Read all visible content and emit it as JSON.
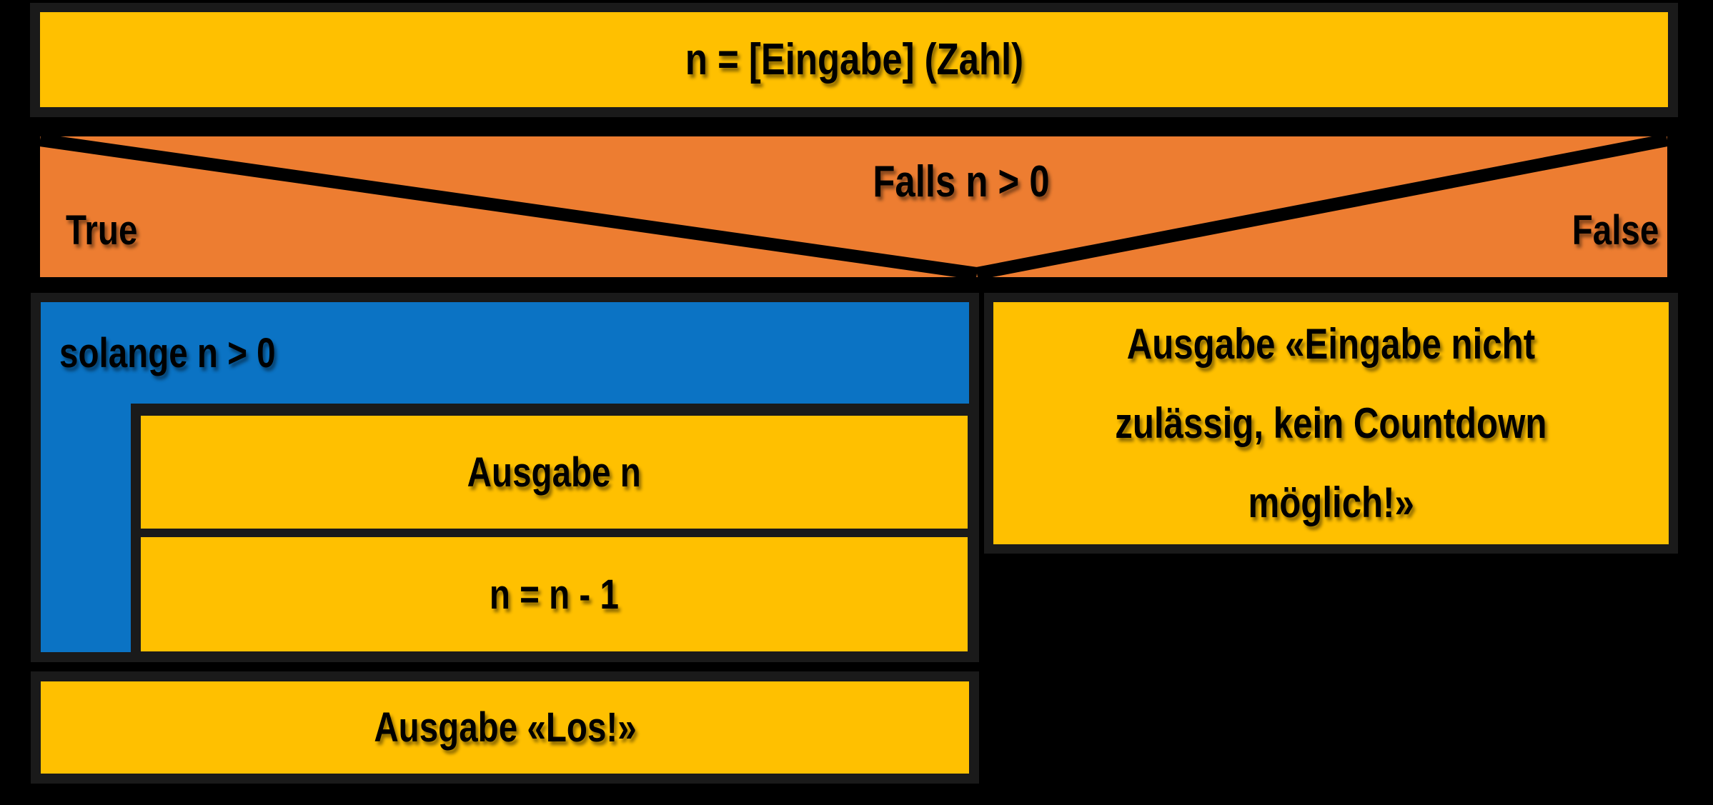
{
  "colors": {
    "background": "#000000",
    "frame": "#1A1A1A",
    "yellow": "#FFC000",
    "orange": "#ED7D31",
    "blue": "#0B73C4",
    "line": "#000000",
    "text": "#000000"
  },
  "diagram": {
    "type": "nassi-shneiderman-structogram",
    "nodes": {
      "input": {
        "label": "n = [Eingabe] (Zahl)"
      },
      "decision": {
        "condition": "Falls n > 0",
        "true_label": "True",
        "false_label": "False"
      },
      "loop": {
        "condition": "solange n > 0",
        "body": [
          {
            "label": "Ausgabe n"
          },
          {
            "label": "n = n - 1"
          }
        ]
      },
      "after_loop": {
        "label": "Ausgabe «Los!»"
      },
      "false_branch": {
        "label": "Ausgabe «Eingabe nicht zulässig, kein Countdown möglich!»",
        "lines": [
          "Ausgabe «Eingabe nicht",
          "zulässig, kein Countdown",
          "möglich!»"
        ]
      }
    }
  }
}
